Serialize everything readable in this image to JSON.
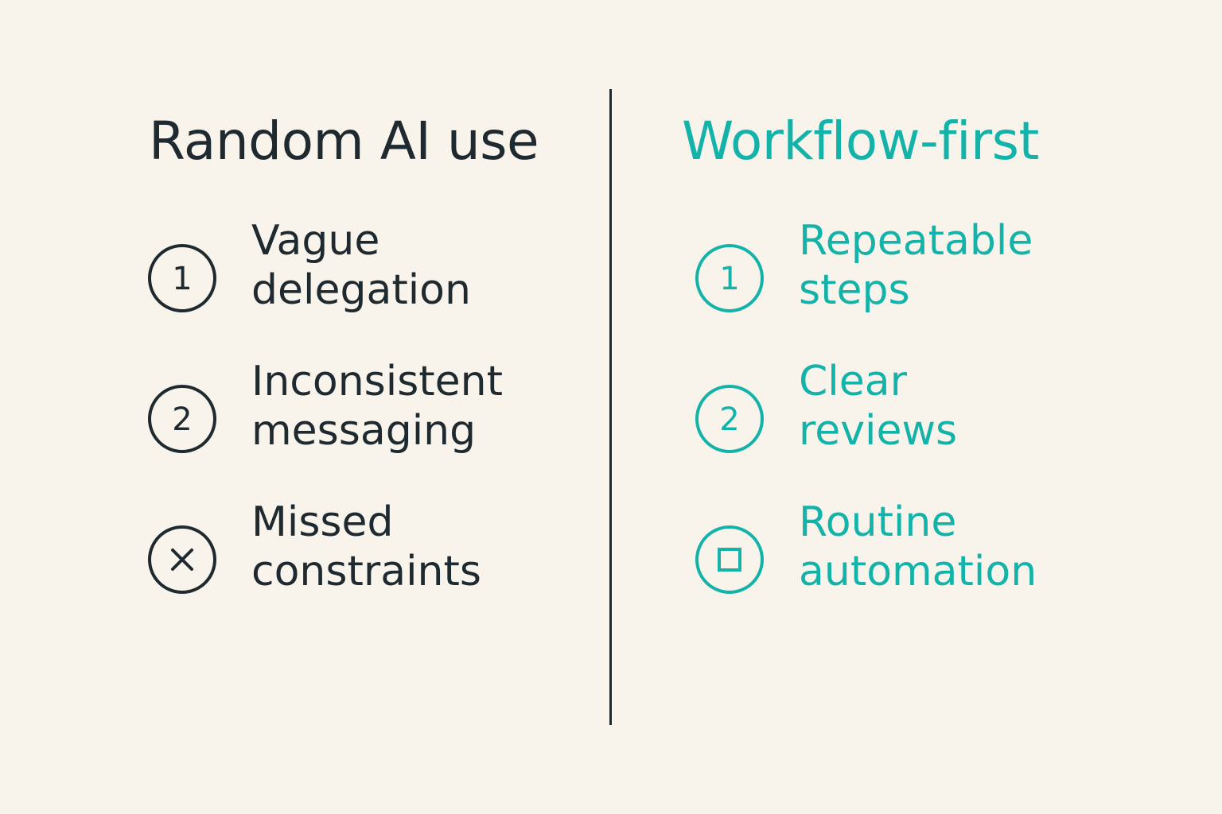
{
  "colors": {
    "background": "#f8f4eb",
    "dark": "#1f2a30",
    "teal": "#14b3a9"
  },
  "left": {
    "title": "Random AI use",
    "items": [
      {
        "icon": "number-1-circle-icon",
        "marker": "1",
        "line1": "Vague",
        "line2": "delegation"
      },
      {
        "icon": "number-2-circle-icon",
        "marker": "2",
        "line1": "Inconsistent",
        "line2": "messaging"
      },
      {
        "icon": "x-circle-icon",
        "line1": "Missed",
        "line2": "constraints"
      }
    ]
  },
  "right": {
    "title": "Workflow-first",
    "items": [
      {
        "icon": "number-1-circle-icon",
        "marker": "1",
        "line1": "Repeatable",
        "line2": "steps"
      },
      {
        "icon": "number-2-circle-icon",
        "marker": "2",
        "line1": "Clear",
        "line2": "reviews"
      },
      {
        "icon": "square-circle-icon",
        "line1": "Routine",
        "line2": "automation"
      }
    ]
  }
}
